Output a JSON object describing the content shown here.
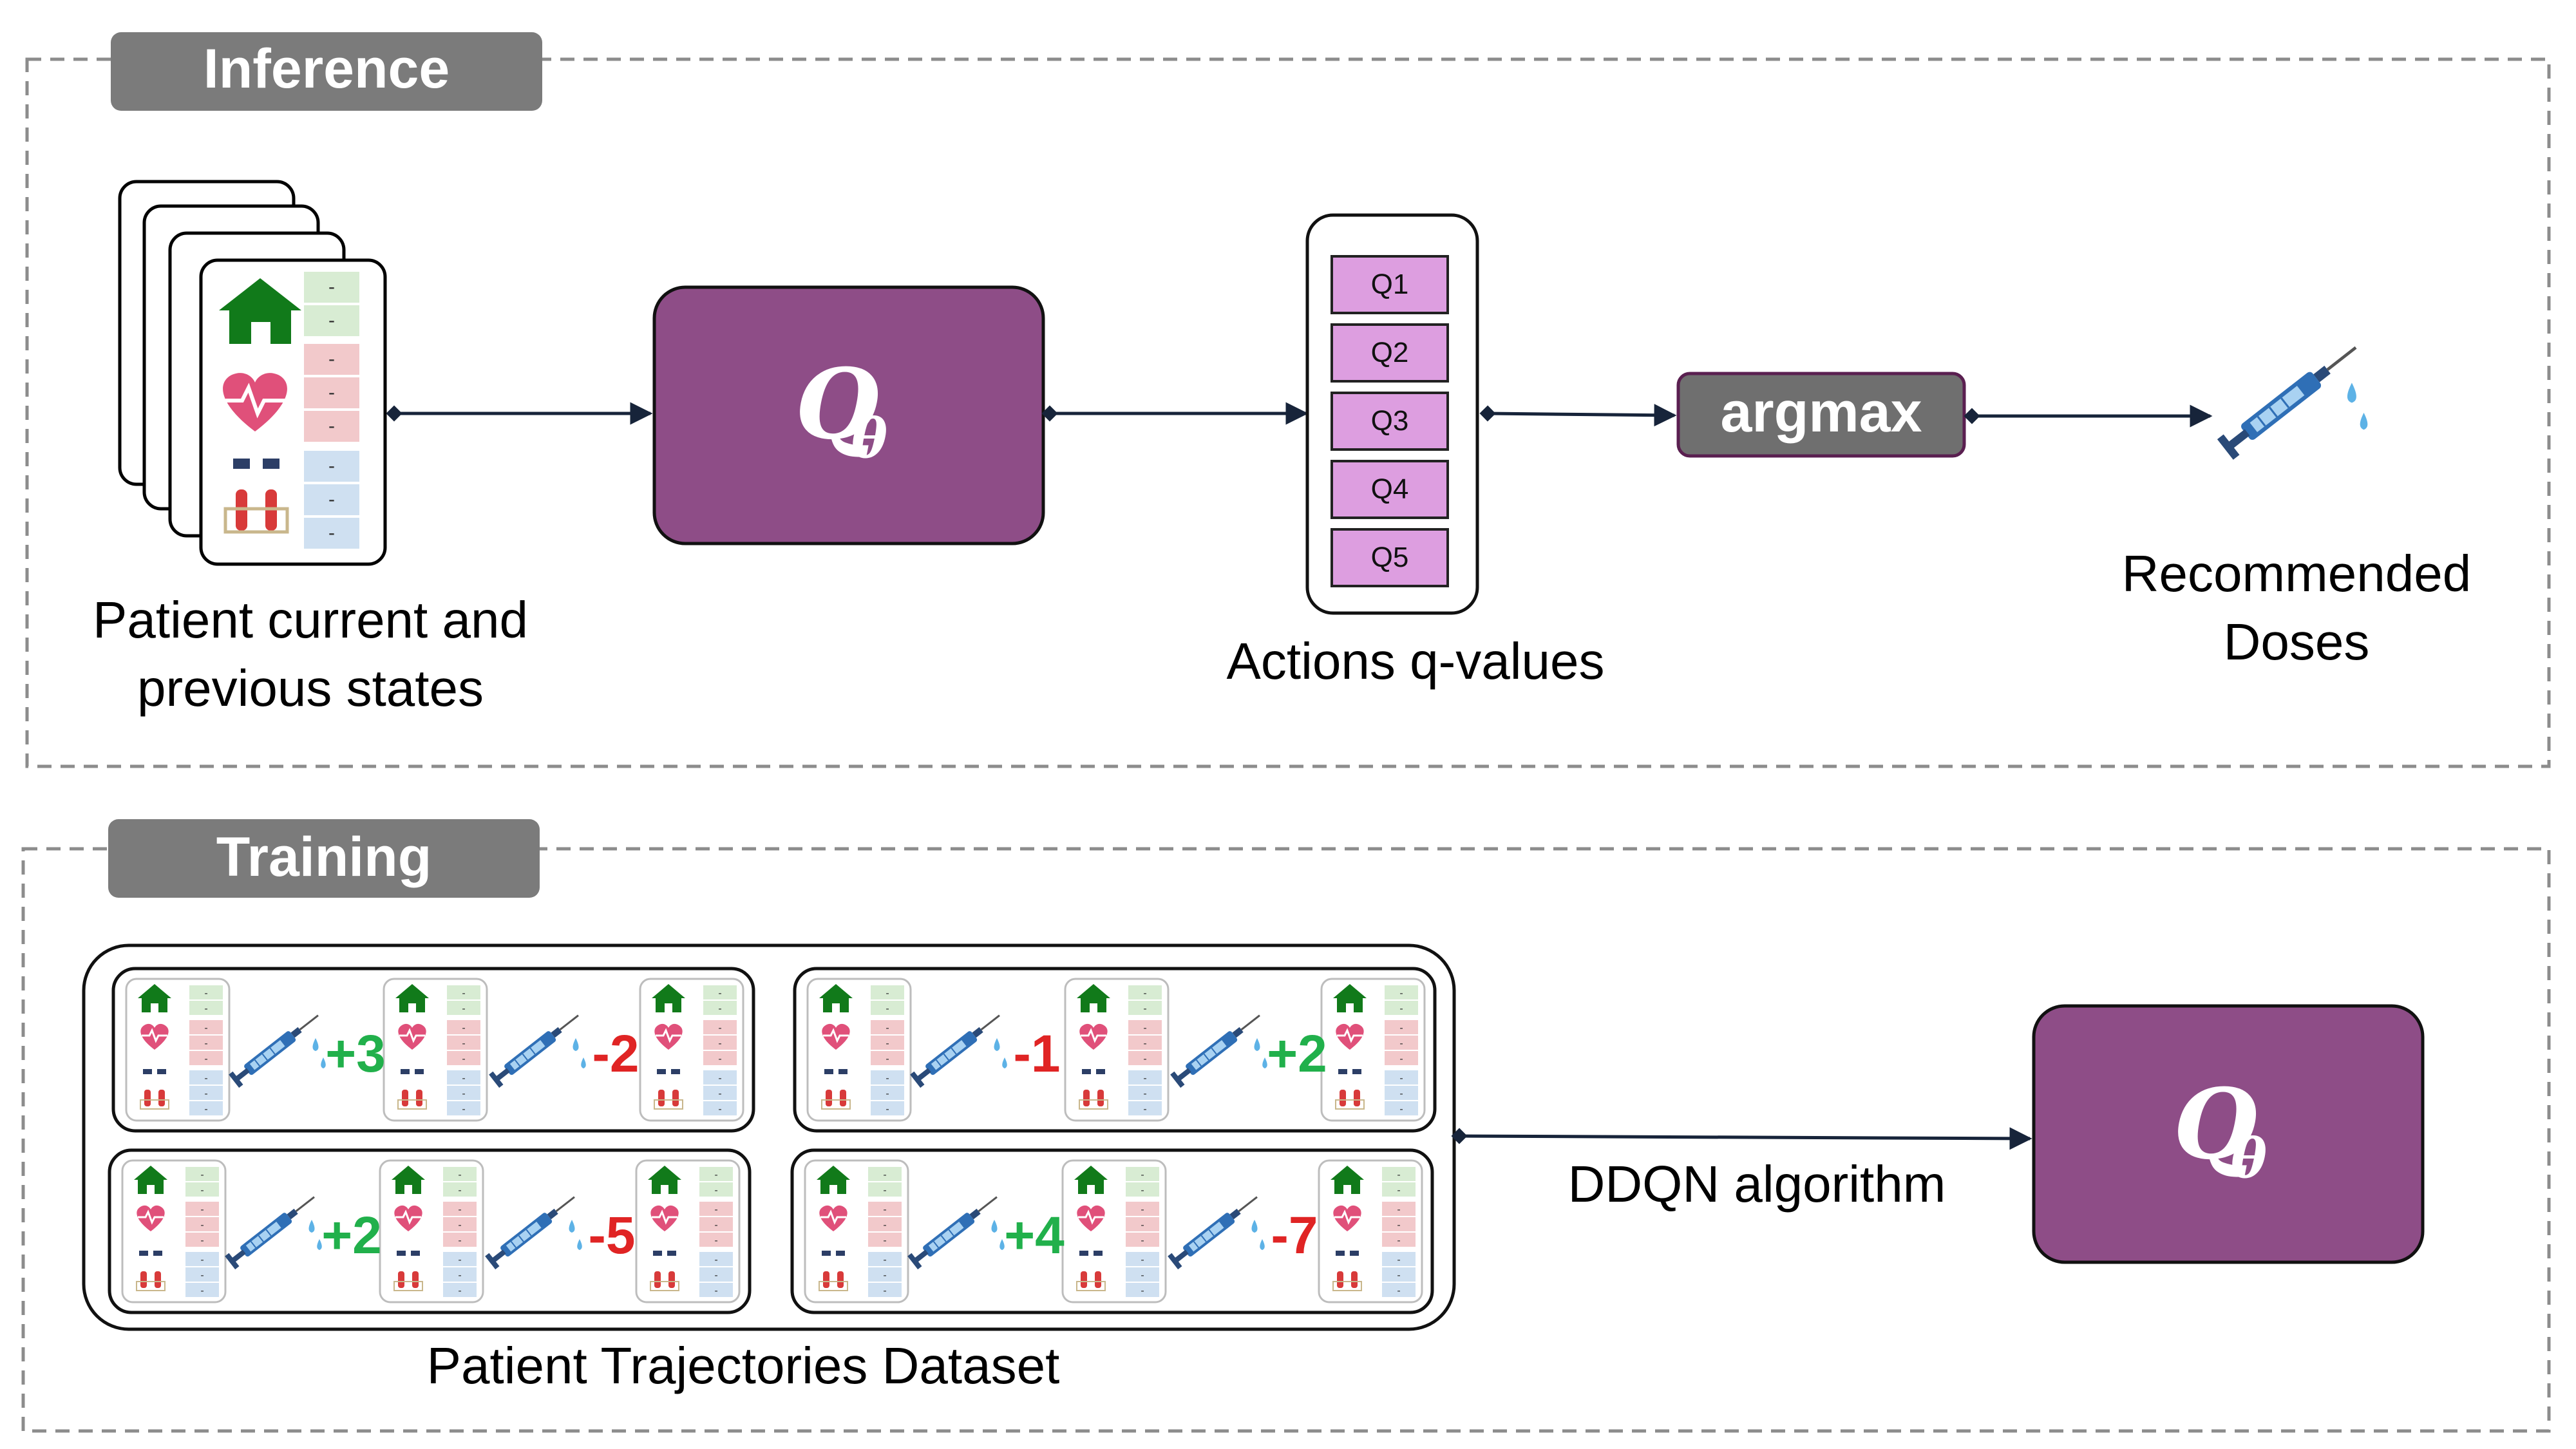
{
  "inference": {
    "section_label": "Inference",
    "input_caption_line1": "Patient current and",
    "input_caption_line2": "previous states",
    "model_symbol": "Q",
    "model_subscript": "θ",
    "q_values": [
      "Q1",
      "Q2",
      "Q3",
      "Q4",
      "Q5"
    ],
    "q_caption": "Actions q-values",
    "argmax_label": "argmax",
    "output_caption_line1": "Recommended",
    "output_caption_line2": "Doses"
  },
  "training": {
    "section_label": "Training",
    "dataset_caption": "Patient Trajectories Dataset",
    "algorithm_label": "DDQN algorithm",
    "model_symbol": "Q",
    "model_subscript": "θ",
    "trajectories": [
      {
        "rewards": [
          {
            "value": "+3",
            "sign": "positive"
          },
          {
            "value": "-2",
            "sign": "negative"
          }
        ]
      },
      {
        "rewards": [
          {
            "value": "-1",
            "sign": "negative"
          },
          {
            "value": "+2",
            "sign": "positive"
          }
        ]
      },
      {
        "rewards": [
          {
            "value": "+2",
            "sign": "positive"
          },
          {
            "value": "-5",
            "sign": "negative"
          }
        ]
      },
      {
        "rewards": [
          {
            "value": "+4",
            "sign": "positive"
          },
          {
            "value": "-7",
            "sign": "negative"
          }
        ]
      }
    ]
  },
  "colors": {
    "purple": "#8e4d87",
    "q_cell": "#dd9ee0",
    "gray_label": "#7b7b7b",
    "arrow": "#17243a",
    "positive": "#21b04b",
    "negative": "#e02424",
    "house": "#117a1a",
    "heart": "#e0507a",
    "syringe": "#2f6fb6",
    "state_green": "#d8ecd3",
    "state_red": "#f2c9cb",
    "state_blue": "#cfe0f1"
  },
  "icons": [
    "house-icon",
    "heart-pulse-icon",
    "blood-tubes-icon",
    "syringe-icon"
  ]
}
